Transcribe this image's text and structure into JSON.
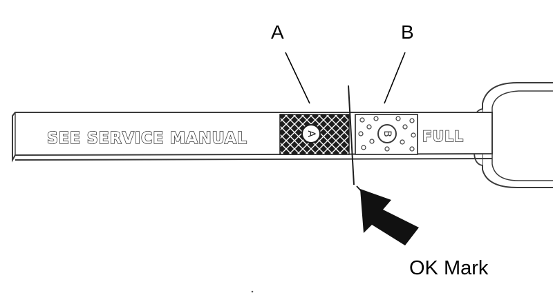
{
  "labels": {
    "marker_a": "A",
    "marker_b": "B",
    "ok_mark": "OK Mark"
  },
  "dipstick": {
    "instruction": "SEE SERVICE MANUAL",
    "zone_a_letter": "A",
    "zone_b_letter": "B",
    "full": "FULL"
  },
  "colors": {
    "ink": "#000000",
    "stick_outline": "#3a3a3a",
    "zone_a_fill": "#1e1e1e",
    "background": "#ffffff"
  }
}
